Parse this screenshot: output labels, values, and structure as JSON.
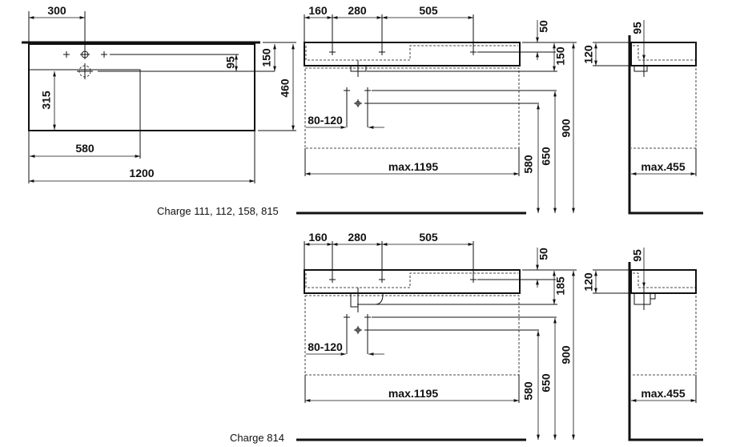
{
  "plan_view": {
    "d300": "300",
    "d95": "95",
    "d150": "150",
    "d460": "460",
    "d315": "315",
    "d580": "580",
    "d1200": "1200"
  },
  "variants": [
    {
      "caption": "Charge 111, 112, 158, 815",
      "front": {
        "d160": "160",
        "d280": "280",
        "d505": "505",
        "d50": "50",
        "depth": "150",
        "d900": "900",
        "d650": "650",
        "d580": "580",
        "d80_120": "80-120",
        "width": "max.1195"
      },
      "side": {
        "d95": "95",
        "d120": "120",
        "width": "max.455"
      }
    },
    {
      "caption": "Charge 814",
      "front": {
        "d160": "160",
        "d280": "280",
        "d505": "505",
        "d50": "50",
        "depth": "185",
        "d900": "900",
        "d650": "650",
        "d580": "580",
        "d80_120": "80-120",
        "width": "max.1195"
      },
      "side": {
        "d95": "95",
        "d120": "120",
        "width": "max.455"
      }
    }
  ]
}
